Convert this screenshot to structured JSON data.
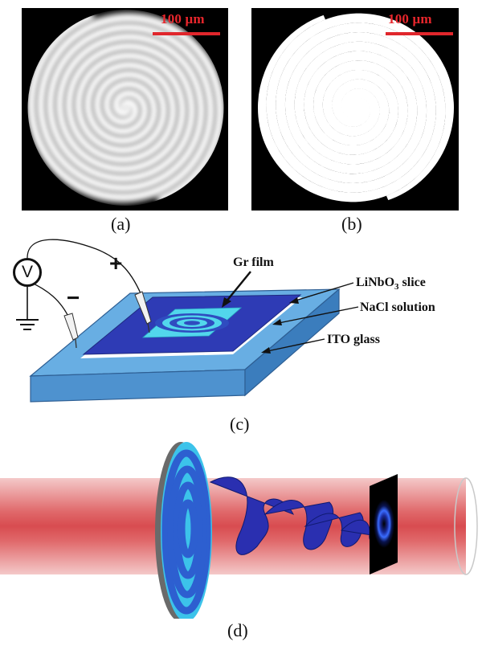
{
  "panel_a": {
    "scale_bar_label": "100 μm",
    "caption": "(a)"
  },
  "panel_b": {
    "scale_bar_label": "100 μm",
    "caption": "(b)"
  },
  "panel_c": {
    "caption": "(c)",
    "voltmeter_symbol": "V",
    "plus_sign": "+",
    "minus_sign": "−",
    "labels": {
      "gr_film": "Gr film",
      "linbo3_prefix": "LiNbO",
      "linbo3_sub": "3",
      "linbo3_suffix": " slice",
      "nacl": "NaCl solution",
      "ito": "ITO glass"
    }
  },
  "panel_d": {
    "caption": "(d)"
  },
  "colors": {
    "scale_bar": "#e0262c",
    "substrate": "#5b9fd8",
    "linbo3": "#2f3fb0",
    "gr_film": "#4fd3e8",
    "laser_beam": "#e86a6a",
    "vortex": "#2a2fb0"
  }
}
